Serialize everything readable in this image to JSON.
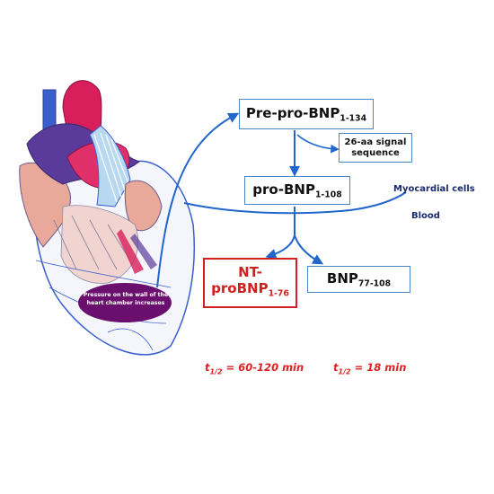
{
  "boxes": {
    "prepro_main": "Pre-pro-BNP",
    "prepro_sub": "1-134",
    "signal_line1": "26-aa signal",
    "signal_line2": "sequence",
    "pro_main": "pro-BNP",
    "pro_sub": "1-108",
    "nt_line1": "NT-",
    "nt_main": "proBNP",
    "nt_sub": "1-76",
    "bnp_main": "BNP",
    "bnp_sub": "77-108"
  },
  "labels": {
    "myocardial": "Myocardial cells",
    "blood": "Blood",
    "pressure": "Pressure on the wall of the heart chamber increases"
  },
  "half_life": {
    "nt_prefix": "t",
    "nt_sub": "1/2",
    "nt_value": " = 60-120 min",
    "bnp_prefix": "t",
    "bnp_sub": "1/2",
    "bnp_value": " = 18 min"
  },
  "colors": {
    "arrow": "#2266cc",
    "box_border": "#4a86c8",
    "nt_box": "#d02020",
    "half_life_text": "#e02020",
    "label_text": "#1a2a6a",
    "heart_red": "#d81e5b",
    "heart_purple": "#5a3a9a",
    "heart_blue": "#3a5fcd",
    "heart_pink": "#e8a89a",
    "pressure_ellipse": "#6a0f6e"
  }
}
